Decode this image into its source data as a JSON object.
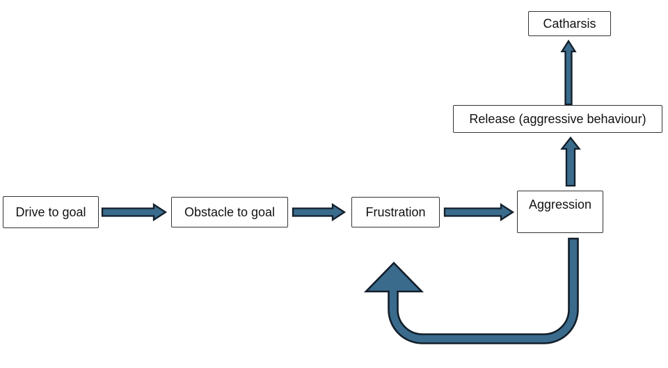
{
  "diagram": {
    "type": "flowchart",
    "description_visible": false
  },
  "colors": {
    "background": "#ffffff",
    "arrow_fill": "#3a6b8c",
    "arrow_outline": "#121e2a",
    "box_fill": "#ffffff",
    "box_border": "#333333",
    "text": "#111111"
  },
  "nodes": [
    {
      "id": "drive",
      "label": "Drive to goal"
    },
    {
      "id": "obstacle",
      "label": "Obstacle to goal"
    },
    {
      "id": "frustration",
      "label": "Frustration"
    },
    {
      "id": "aggression",
      "label": "Aggression"
    },
    {
      "id": "release",
      "label": "Release (aggressive behaviour)"
    },
    {
      "id": "catharsis",
      "label": "Catharsis"
    }
  ],
  "edges": [
    {
      "from": "drive",
      "to": "obstacle",
      "style": "block-arrow",
      "direction": "right"
    },
    {
      "from": "obstacle",
      "to": "frustration",
      "style": "block-arrow",
      "direction": "right"
    },
    {
      "from": "frustration",
      "to": "aggression",
      "style": "block-arrow",
      "direction": "right"
    },
    {
      "from": "aggression",
      "to": "release",
      "style": "block-arrow",
      "direction": "up"
    },
    {
      "from": "release",
      "to": "catharsis",
      "style": "block-arrow",
      "direction": "up"
    },
    {
      "from": "aggression",
      "to": "frustration",
      "style": "curved-loop-arrow",
      "direction": "down-left-up",
      "meaning": "feedback loop"
    }
  ]
}
